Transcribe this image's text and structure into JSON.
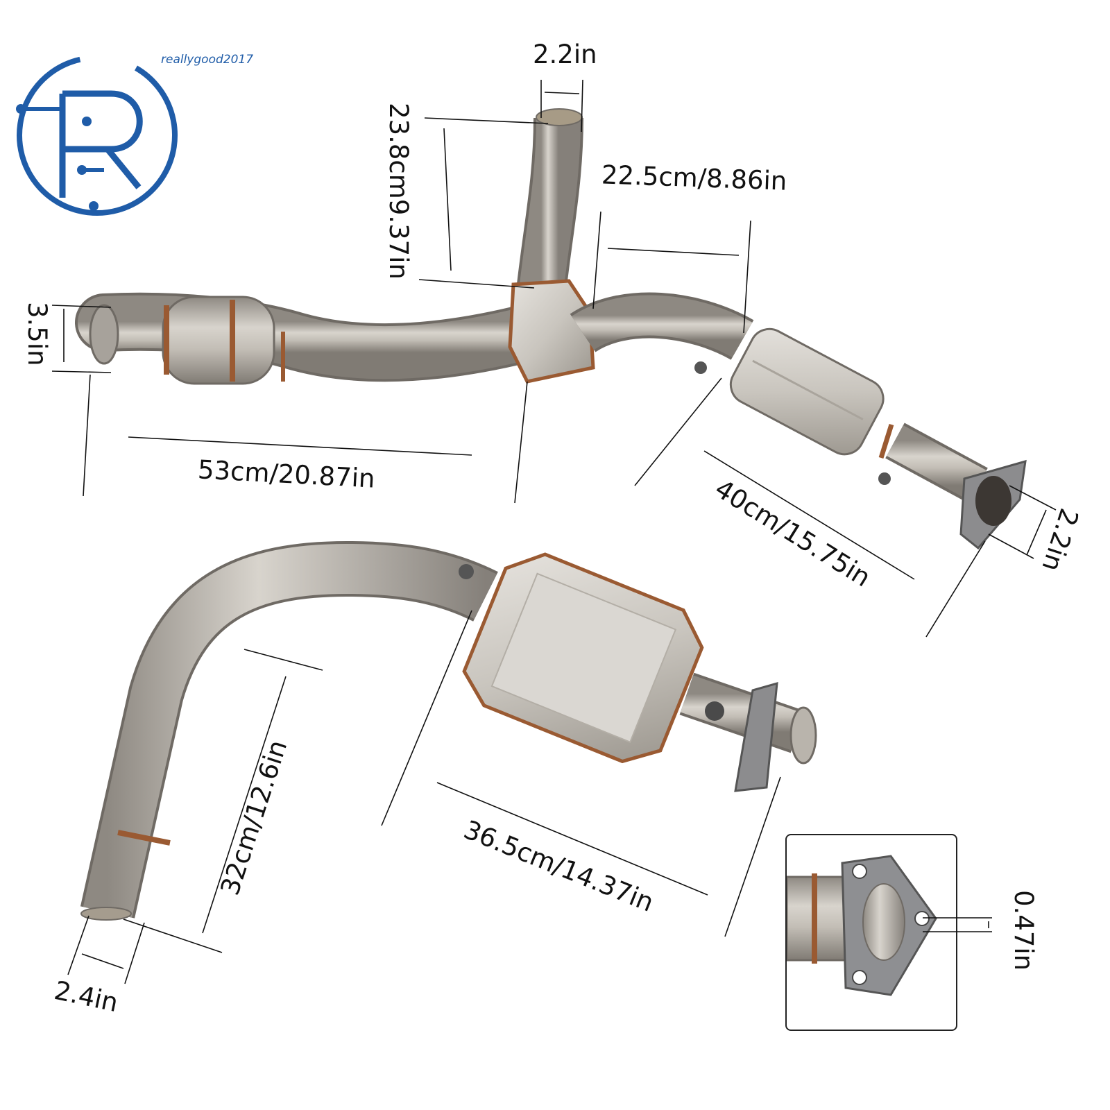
{
  "brand": {
    "watermark": "reallygood2017",
    "logo_letter": "R",
    "color": "#1f5ca8"
  },
  "dimensions": {
    "top_pipe_diameter": "2.2in",
    "top_pipe_height": "23.8cm9.37in",
    "mid_span": "22.5cm/8.86in",
    "inlet_diameter": "3.5in",
    "front_pipe_length": "53cm/20.87in",
    "right_cat_length": "40cm/15.75in",
    "right_flange_diameter": "2.2in",
    "lower_pipe_length": "32cm/12.6in",
    "lower_cat_length": "36.5cm/14.37in",
    "outlet_diameter": "2.4in",
    "flange_hole": "0.47in"
  },
  "colors": {
    "steel": "#b9b4ac",
    "weld": "#9a5a32",
    "line": "#111111"
  }
}
